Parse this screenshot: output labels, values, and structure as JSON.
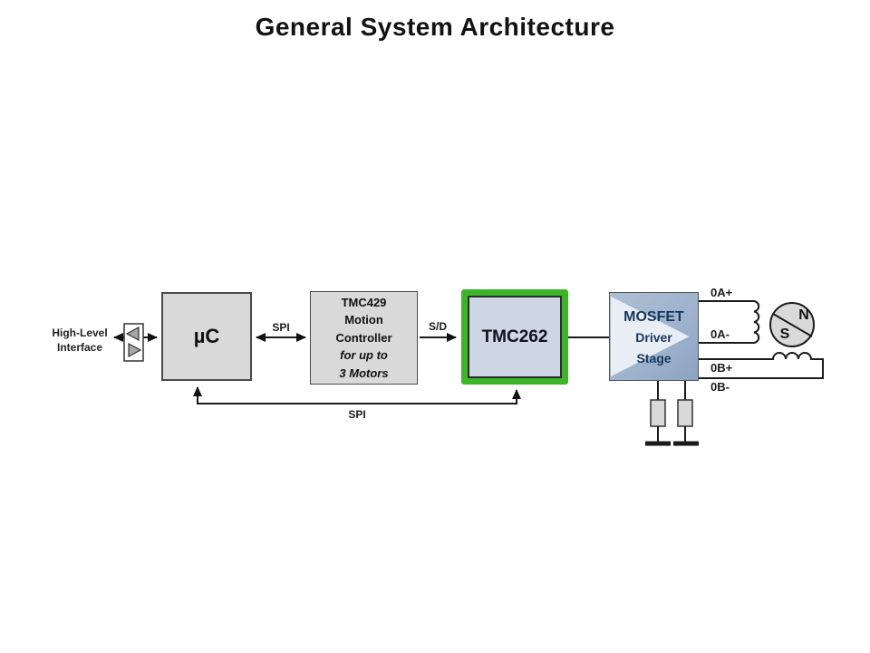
{
  "title": "General System Architecture",
  "colors": {
    "highlight_green": "#3CB528",
    "box_gray": "#D9D9D9",
    "tmc262_fill": "#CDD7E4",
    "mosfet_fill": "#9DB2CC",
    "mosfet_triangle": "#E9EEF5",
    "text_dark_navy": "#17365D",
    "line_black": "#1A1A1A"
  },
  "blocks": {
    "interface": {
      "label": [
        "High-Level",
        "Interface"
      ]
    },
    "microcontroller": {
      "label": "µC"
    },
    "tmc429": {
      "lines": [
        "TMC429",
        "Motion",
        "Controller",
        "for up to",
        "3 Motors"
      ]
    },
    "tmc262": {
      "label": "TMC262"
    },
    "mosfet": {
      "lines": [
        "MOSFET",
        "Driver",
        "Stage"
      ]
    }
  },
  "connections": {
    "spi_top": "SPI",
    "step_dir": "S/D",
    "spi_bottom": "SPI"
  },
  "motor": {
    "outputs": [
      "0A+",
      "0A-",
      "0B+",
      "0B-"
    ],
    "north": "N",
    "south": "S"
  }
}
